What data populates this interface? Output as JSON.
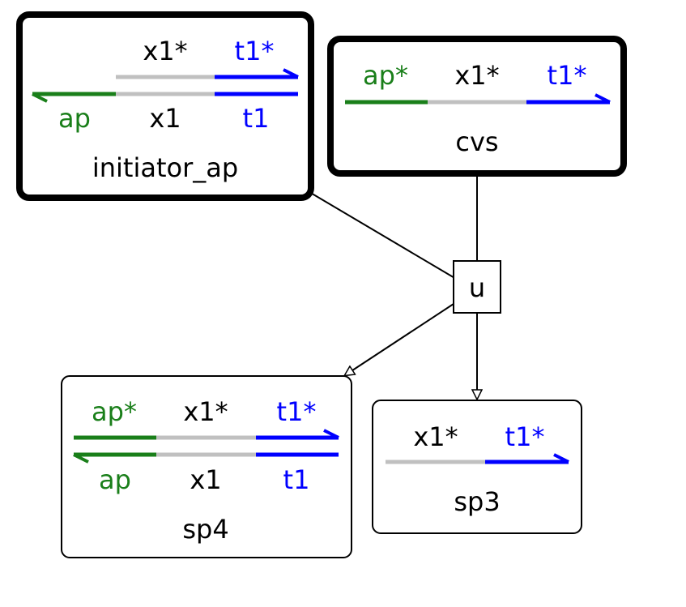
{
  "colors": {
    "ap": "#1a7f1a",
    "x1": "#c0c0c0",
    "t1": "#0000ff",
    "x1_text": "#000000",
    "edge": "#000000"
  },
  "species": {
    "initiator_ap": {
      "name": "initiator_ap",
      "top": {
        "x1": "x1*",
        "t1": "t1*"
      },
      "bottom": {
        "ap": "ap",
        "x1": "x1",
        "t1": "t1"
      }
    },
    "cvs": {
      "name": "cvs",
      "top": {
        "ap": "ap*",
        "x1": "x1*",
        "t1": "t1*"
      }
    },
    "sp4": {
      "name": "sp4",
      "top": {
        "ap": "ap*",
        "x1": "x1*",
        "t1": "t1*"
      },
      "bottom": {
        "ap": "ap",
        "x1": "x1",
        "t1": "t1"
      }
    },
    "sp3": {
      "name": "sp3",
      "top": {
        "x1": "x1*",
        "t1": "t1*"
      }
    }
  },
  "reaction": {
    "label": "u"
  }
}
